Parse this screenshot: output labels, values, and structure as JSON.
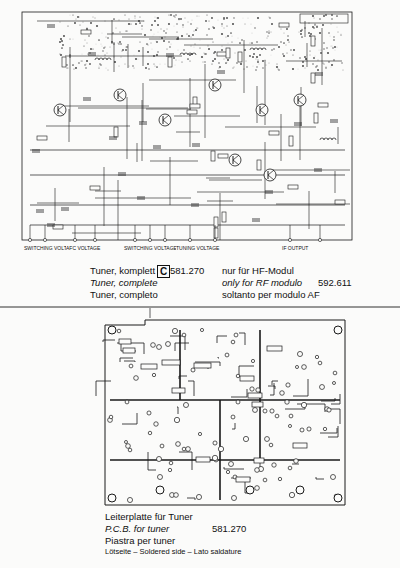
{
  "diagram": {
    "nodes": [
      {
        "text": [
          "C"
        ]
      }
    ],
    "labels": [
      "SWITCHING VOLTAGE",
      "AFC VOLTAGE",
      "SWITCHING VOLTAGE",
      "TUNING VOLTAGE",
      "IF OUTPUT",
      "Tuner, komplett",
      "Tuner, complete",
      "Tuner, completo",
      "581.270",
      "nur für HF-Modul",
      "only for RF modulo",
      "soltanto per modulo AF",
      "592.611",
      "Leiterplatte für Tuner",
      "P.C.B. for tuner",
      "Piastra per tuner",
      "581.270",
      "Lötseite – Soldered side – Lato saldature"
    ]
  }
}
